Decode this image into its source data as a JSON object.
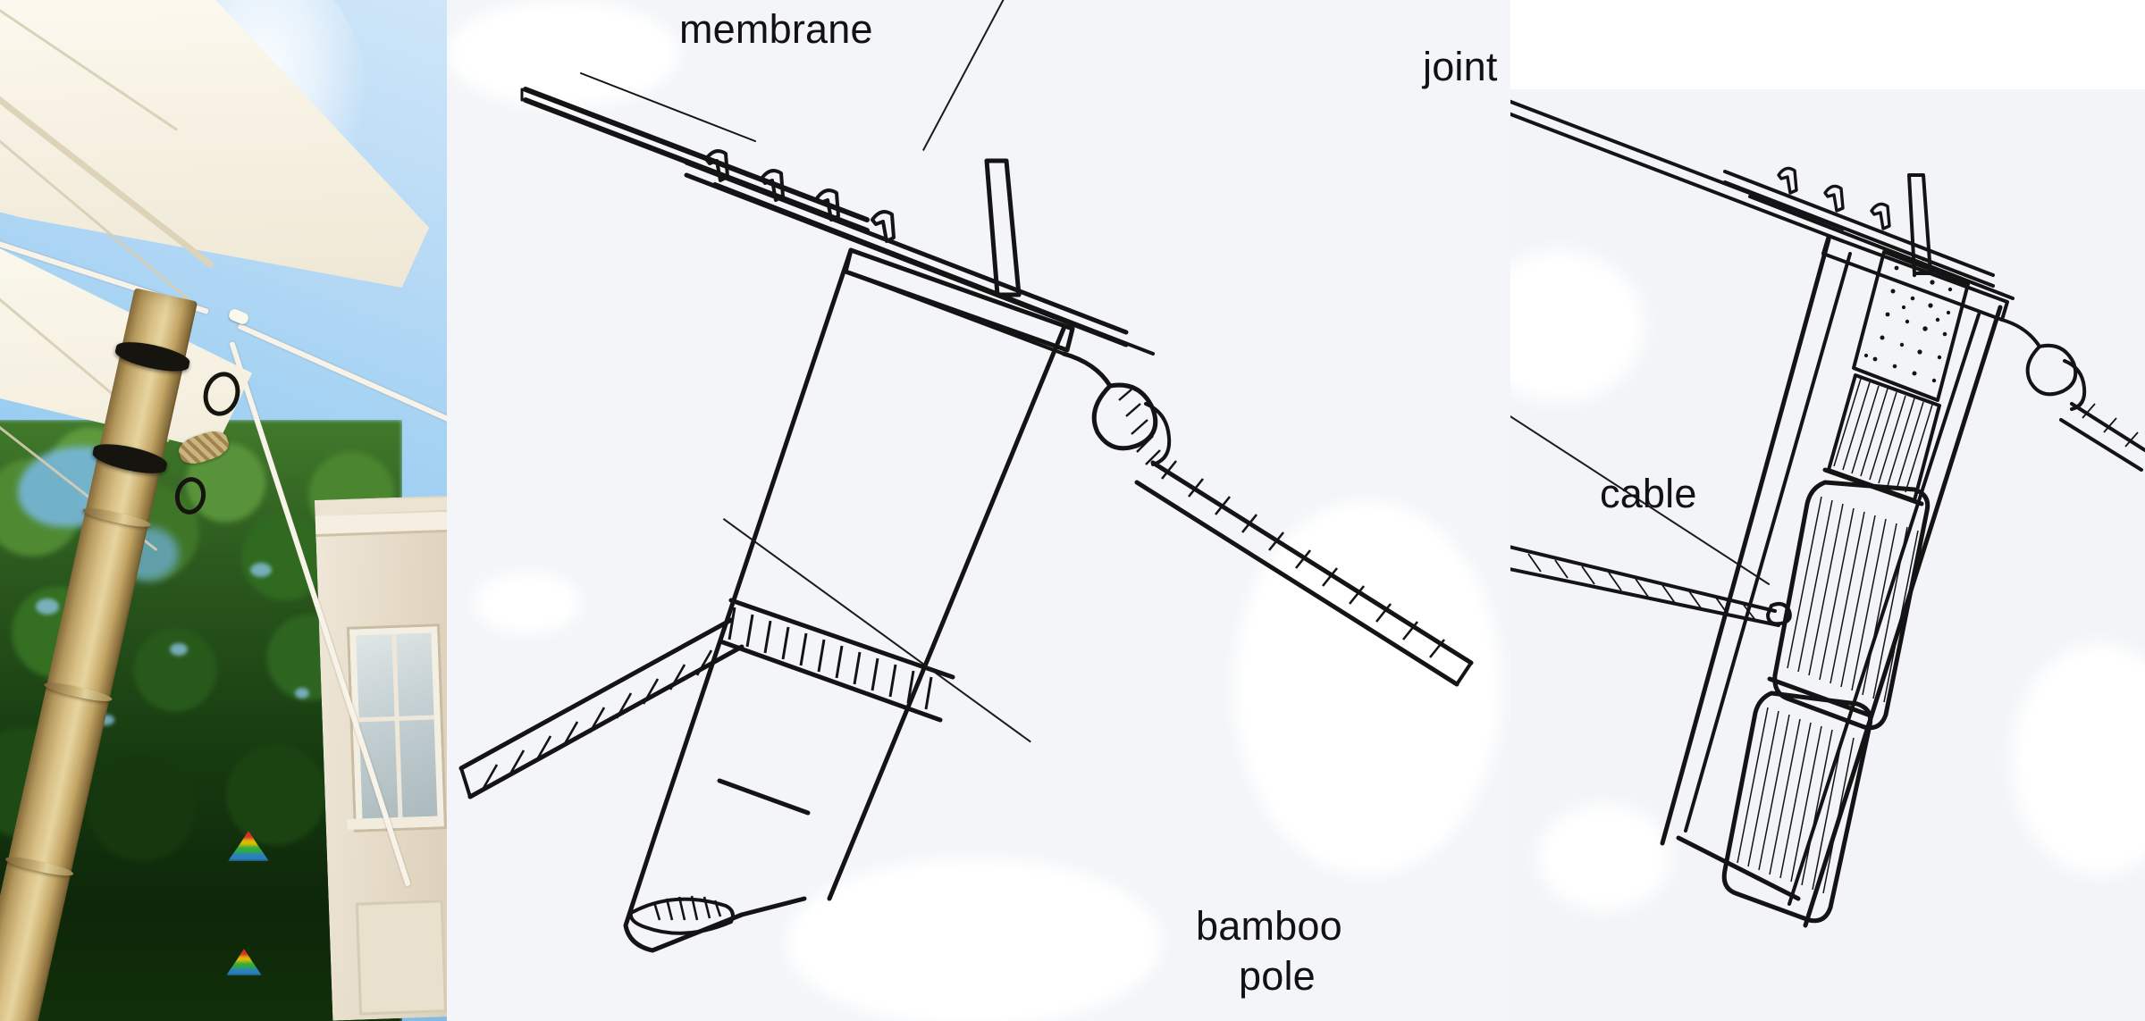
{
  "figure": {
    "title": "Bamboo pole shade structure - photo and construction details",
    "panels": [
      {
        "id": "photo",
        "kind": "photograph",
        "caption": "Bamboo pole supporting a tensioned fabric membrane, guyed with cables, seen from below against blue sky"
      },
      {
        "id": "drawing-detail",
        "kind": "hand-drawing",
        "caption": "Hand drawn detail of pole head, membrane track and cable joint"
      },
      {
        "id": "drawing-section",
        "kind": "hand-drawing",
        "caption": "Hand drawn longitudinal section through the bamboo pole head"
      }
    ]
  },
  "labels": {
    "membrane": "membrane",
    "joint": "joint",
    "bamboo_pole_line1": "bamboo",
    "bamboo_pole_line2": "pole",
    "cable": "cable"
  },
  "photo_elements": {
    "sky": "blue sky with sun flare",
    "membrane": "white tensioned fabric sail",
    "pole": "bamboo pole",
    "bindings": "black lashing bands",
    "rope": "rope coil knot",
    "guy_cables": "white guy cables",
    "trees": "green tree canopy",
    "building": "white plastered building with window",
    "lens_flare": "rainbow lens flare"
  },
  "colors": {
    "sky_light": "#cfe6f8",
    "sky_deep": "#7ab8e6",
    "membrane": "#f7f2e4",
    "bamboo": "#d9c086",
    "binding": "#16140f",
    "foliage": "#2c5a1e",
    "building": "#e6dcc9",
    "ink": "#141414",
    "paper": "#f3f5f8"
  }
}
